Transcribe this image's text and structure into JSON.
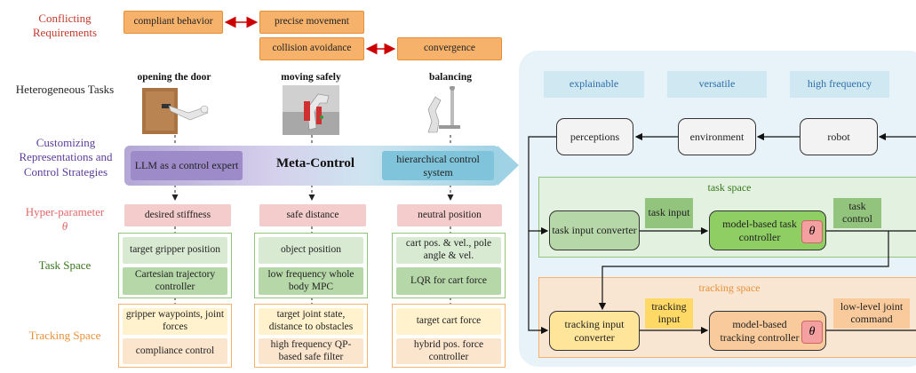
{
  "left_labels": {
    "conflicting": "Conflicting Requirements",
    "heterogeneous": "Heterogeneous Tasks",
    "customizing": "Customizing Representations and Control Strategies",
    "hyper": "Hyper-parameter",
    "theta": "θ",
    "task_space": "Task Space",
    "tracking_space": "Tracking Space"
  },
  "requirements": {
    "compliant": "compliant behavior",
    "precise": "precise movement",
    "collision": "collision avoidance",
    "convergence": "convergence"
  },
  "tasks": {
    "door": "opening the door",
    "safe": "moving safely",
    "balance": "balancing"
  },
  "meta": {
    "llm": "LLM as a control expert",
    "title": "Meta-Control",
    "hier": "hierarchical control system"
  },
  "hyper": {
    "stiffness": "desired stiffness",
    "distance": "safe distance",
    "neutral": "neutral position"
  },
  "task_space": {
    "c1_top": "target gripper position",
    "c1_bottom": "Cartesian trajectory controller",
    "c2_top": "object position",
    "c2_bottom": "low frequency whole body MPC",
    "c3_top": "cart pos. & vel., pole angle & vel.",
    "c3_bottom": "LQR for cart force"
  },
  "tracking_space": {
    "c1_top": "gripper waypoints, joint forces",
    "c1_bottom": "compliance control",
    "c2_top": "target joint state, distance to obstacles",
    "c2_bottom": "high frequency QP-based safe filter",
    "c3_top": "target cart force",
    "c3_bottom": "hybrid pos. force controller"
  },
  "right": {
    "explainable": "explainable",
    "versatile": "versatile",
    "high_frequency": "high frequency",
    "perceptions": "perceptions",
    "environment": "environment",
    "robot": "robot",
    "task_space_title": "task space",
    "task_input_converter": "task input converter",
    "task_input": "task input",
    "task_controller": "model-based task controller",
    "task_control": "task control",
    "tracking_space_title": "tracking space",
    "tracking_input_converter": "tracking input converter",
    "tracking_input": "tracking input",
    "tracking_controller": "model-based tracking controller",
    "joint_command": "low-level joint command",
    "theta": "θ"
  },
  "colors": {
    "red_label": "#c0392b",
    "purple_label": "#5b3c99",
    "green_label": "#38761d",
    "orange_label": "#e69138",
    "pink_label": "#e06666",
    "blue_text": "#2f6fa8"
  }
}
